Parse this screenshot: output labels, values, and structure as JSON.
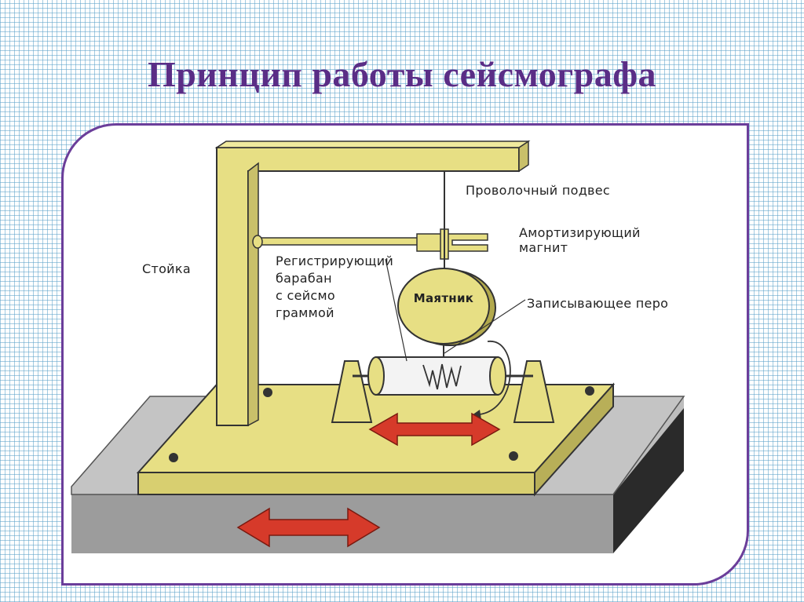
{
  "slide": {
    "title": "Принцип работы сейсмографа"
  },
  "labels": {
    "wire": "Проволочный подвес",
    "magnet_1": "Амортизирующий",
    "magnet_2": "магнит",
    "stand": "Стойка",
    "drum_1": "Регистрирующий",
    "drum_2": "барабан",
    "drum_3": "с  сейсмо",
    "drum_4": "граммой",
    "pendulum": "Маятник",
    "pen": "Записывающее перо"
  },
  "colors": {
    "title": "#5a2d86",
    "frame": "#6b3e9a",
    "wood": "#e7df84",
    "wood_dark": "#c9c06a",
    "arrow": "#d63a2a",
    "ground": "#9a9a9a"
  }
}
